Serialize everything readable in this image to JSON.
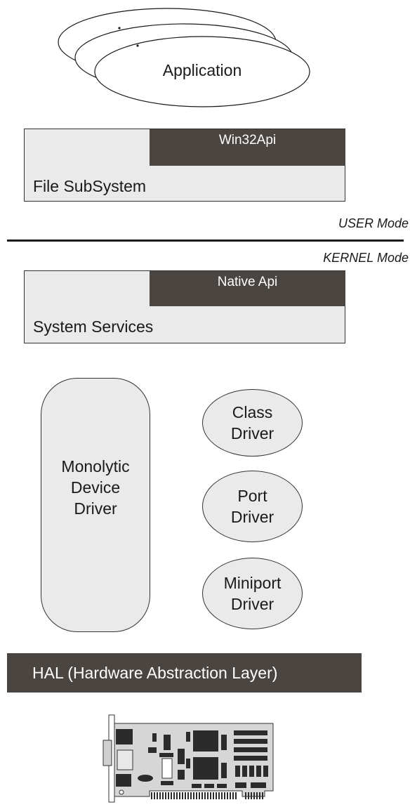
{
  "application": {
    "label": "Application"
  },
  "file_subsystem": {
    "api_label": "Win32Api",
    "label": "File SubSystem"
  },
  "modes": {
    "user": "USER Mode",
    "kernel": "KERNEL Mode"
  },
  "system_services": {
    "api_label": "Native Api",
    "label": "System Services"
  },
  "monolithic_driver": {
    "line1": "Monolytic",
    "line2": "Device",
    "line3": "Driver"
  },
  "class_driver": {
    "line1": "Class",
    "line2": "Driver"
  },
  "port_driver": {
    "line1": "Port",
    "line2": "Driver"
  },
  "miniport_driver": {
    "line1": "Miniport",
    "line2": "Driver"
  },
  "hal": {
    "label": "HAL (Hardware Abstraction Layer)"
  },
  "hardware": {
    "icon": "expansion-card-icon"
  }
}
